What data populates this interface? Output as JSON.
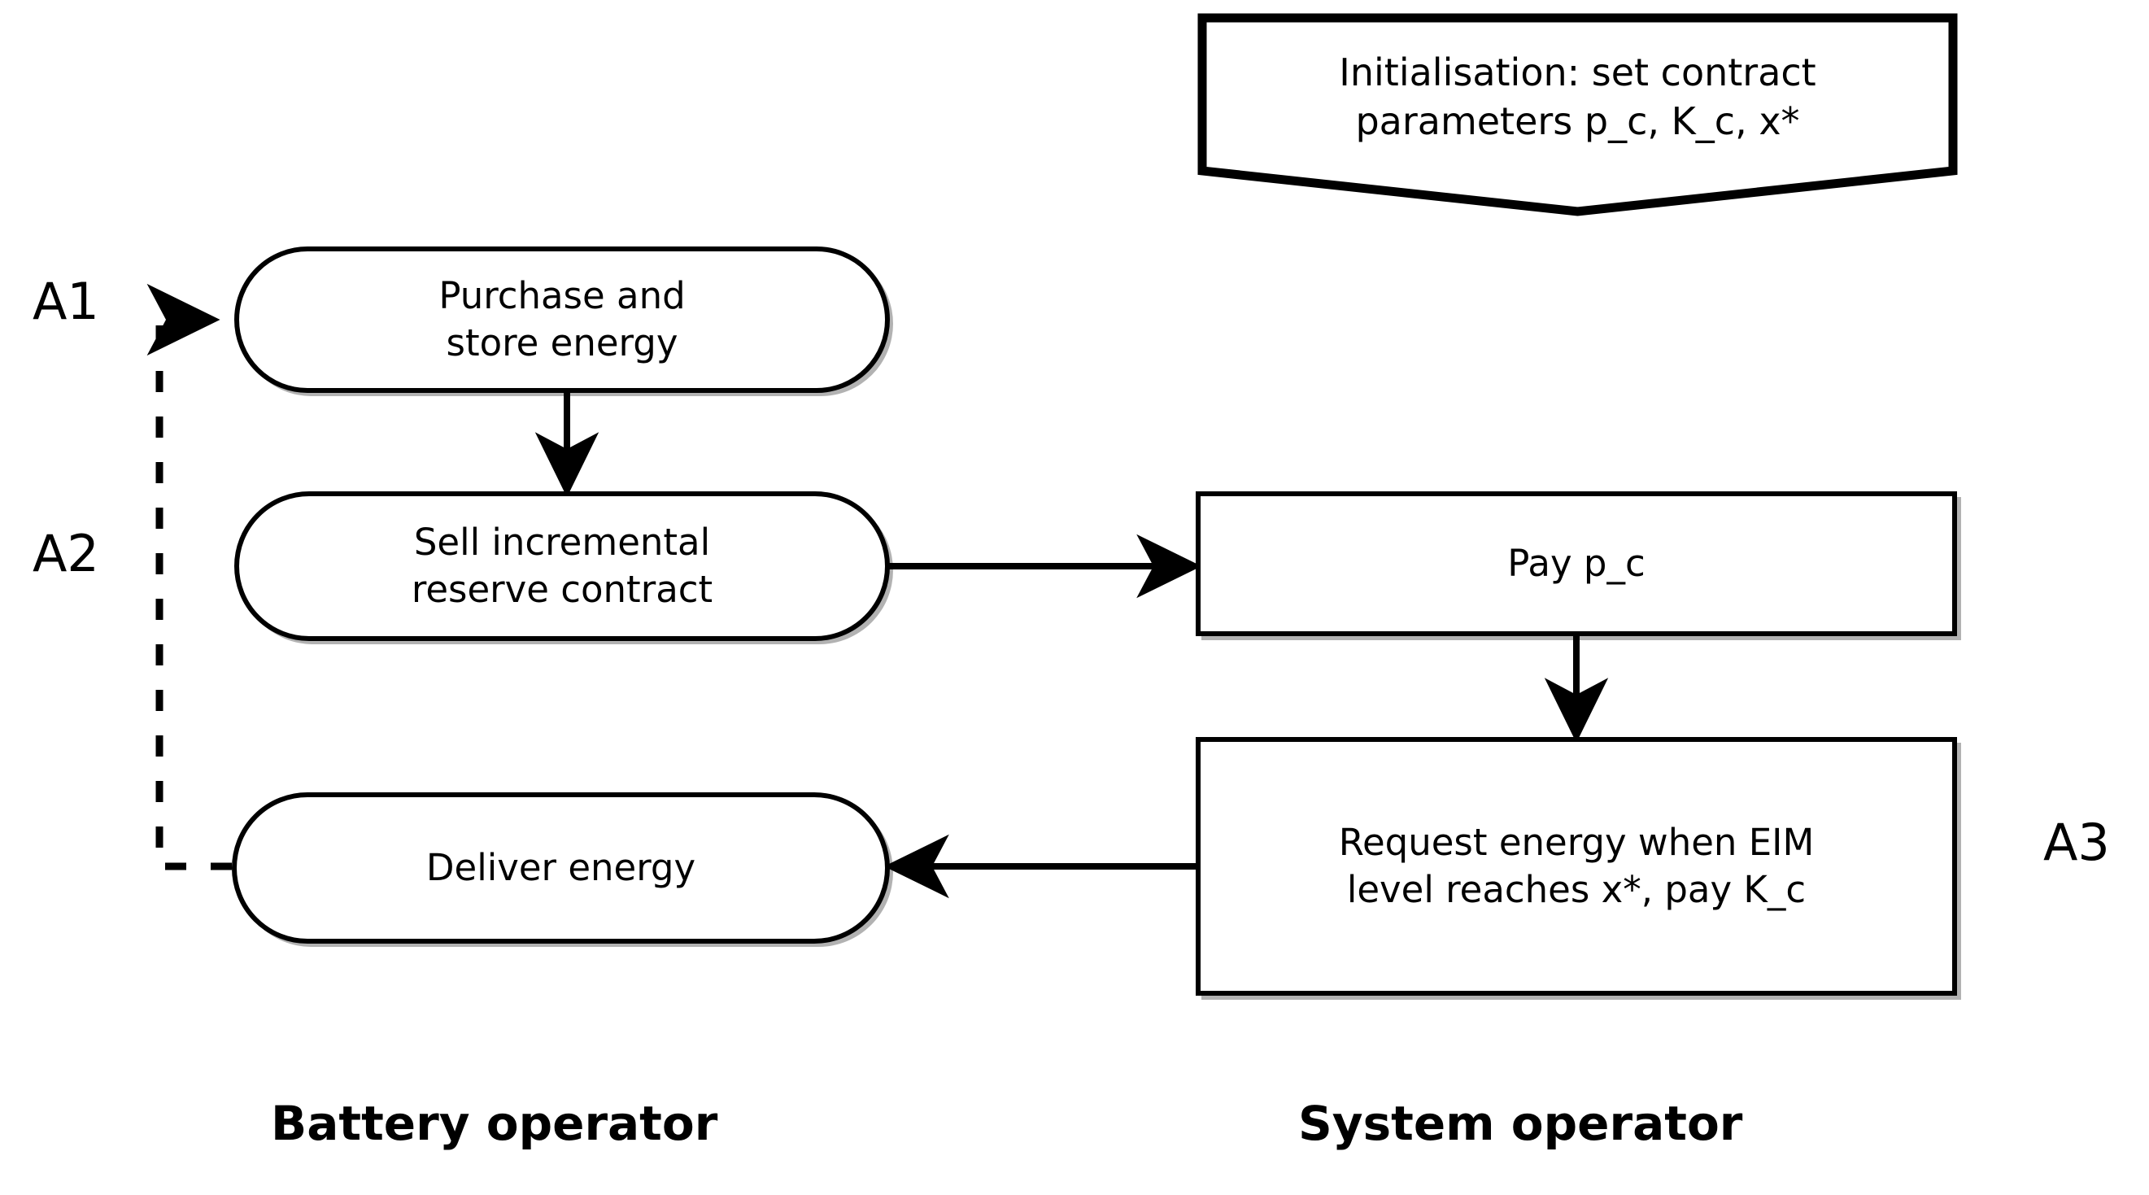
{
  "diagram": {
    "title": "Battery operator / System operator incremental reserve contract flow",
    "background_color": "#ffffff",
    "stroke_color": "#000000"
  },
  "init": {
    "id": "initialisation",
    "shape": "manual-operation-pentagon",
    "text": "Initialisation: set contract\nparameters p_c, K_c, x*"
  },
  "battery_lane": {
    "title": "Battery operator",
    "nodes": [
      {
        "id": "purchase-store-energy",
        "shape": "stadium",
        "text": "Purchase and\nstore energy"
      },
      {
        "id": "sell-reserve-contract",
        "shape": "stadium",
        "text": "Sell incremental\nreserve contract"
      },
      {
        "id": "deliver-energy",
        "shape": "stadium",
        "text": "Deliver energy"
      }
    ]
  },
  "system_lane": {
    "title": "System operator",
    "nodes": [
      {
        "id": "pay-pc",
        "shape": "rect",
        "text": "Pay p_c"
      },
      {
        "id": "request-energy",
        "shape": "rect",
        "text": "Request energy when EIM\nlevel reaches x*, pay K_c"
      }
    ]
  },
  "stage_tags": [
    {
      "id": "a1",
      "text": "A1"
    },
    {
      "id": "a2",
      "text": "A2"
    },
    {
      "id": "a3",
      "text": "A3"
    }
  ],
  "edges": [
    {
      "id": "init-to-flow",
      "from": "initialisation",
      "to": "",
      "style": "solid",
      "arrow": false
    },
    {
      "id": "cycle-return",
      "from": "deliver-energy",
      "to": "purchase-store-energy",
      "style": "dashed",
      "arrow": true
    },
    {
      "id": "purchase-to-sell",
      "from": "purchase-store-energy",
      "to": "sell-reserve-contract",
      "style": "solid",
      "arrow": true
    },
    {
      "id": "sell-to-pay",
      "from": "sell-reserve-contract",
      "to": "pay-pc",
      "style": "solid",
      "arrow": true
    },
    {
      "id": "pay-to-request",
      "from": "pay-pc",
      "to": "request-energy",
      "style": "solid",
      "arrow": true
    },
    {
      "id": "request-to-deliver",
      "from": "request-energy",
      "to": "deliver-energy",
      "style": "solid",
      "arrow": true
    }
  ]
}
